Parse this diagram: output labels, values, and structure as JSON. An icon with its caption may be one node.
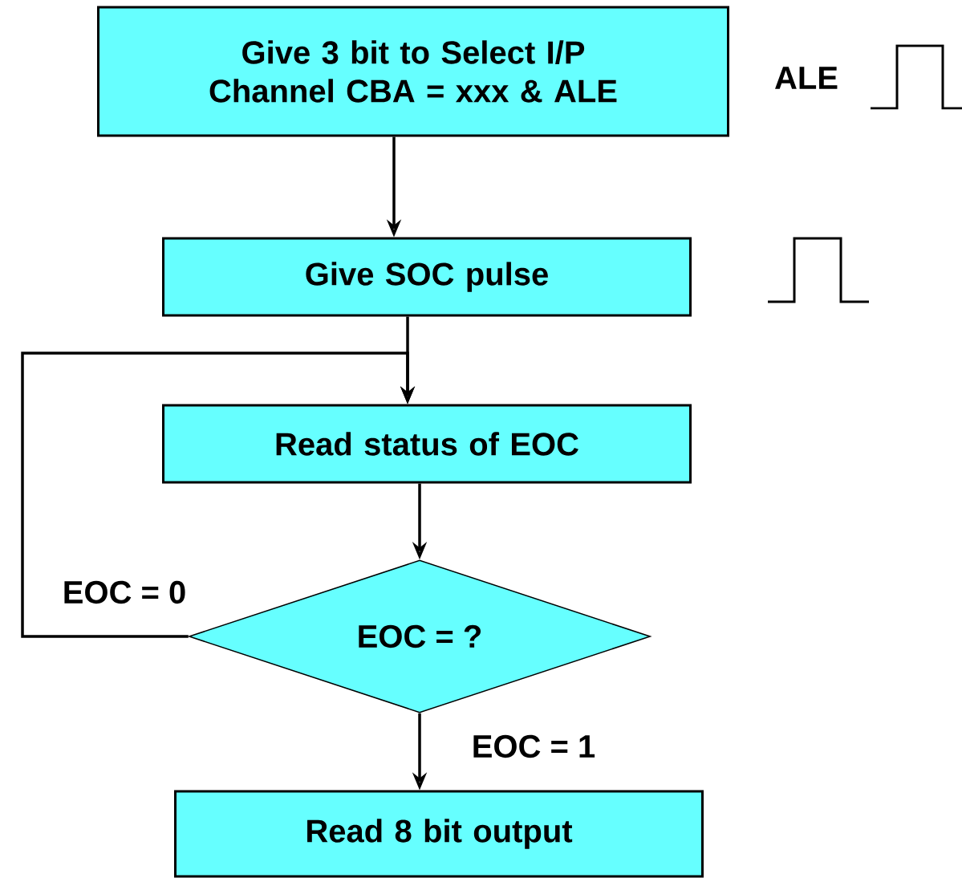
{
  "diagram": {
    "nodes": [
      {
        "text": [
          "Give 3 bit to Select I/P Channel CBA = xxx & ALE"
        ]
      },
      {
        "text": [
          "Give SOC pulse"
        ]
      },
      {
        "text": [
          "Read status of EOC"
        ]
      },
      {
        "text": [
          "EOC = ?"
        ]
      },
      {
        "text": [
          "Read 8 bit output"
        ]
      }
    ],
    "edges": [
      {
        "from": 0,
        "to": 1,
        "arrow": "to"
      },
      {
        "from": 1,
        "to": 2,
        "arrow": "to"
      },
      {
        "from": 2,
        "to": 3,
        "arrow": "to"
      },
      {
        "from": 3,
        "to": 2,
        "arrow": "to",
        "label": "EOC = 0"
      },
      {
        "from": 3,
        "to": 4,
        "arrow": "to",
        "label": "EOC = 1"
      }
    ],
    "labels": [
      "ALE"
    ]
  }
}
